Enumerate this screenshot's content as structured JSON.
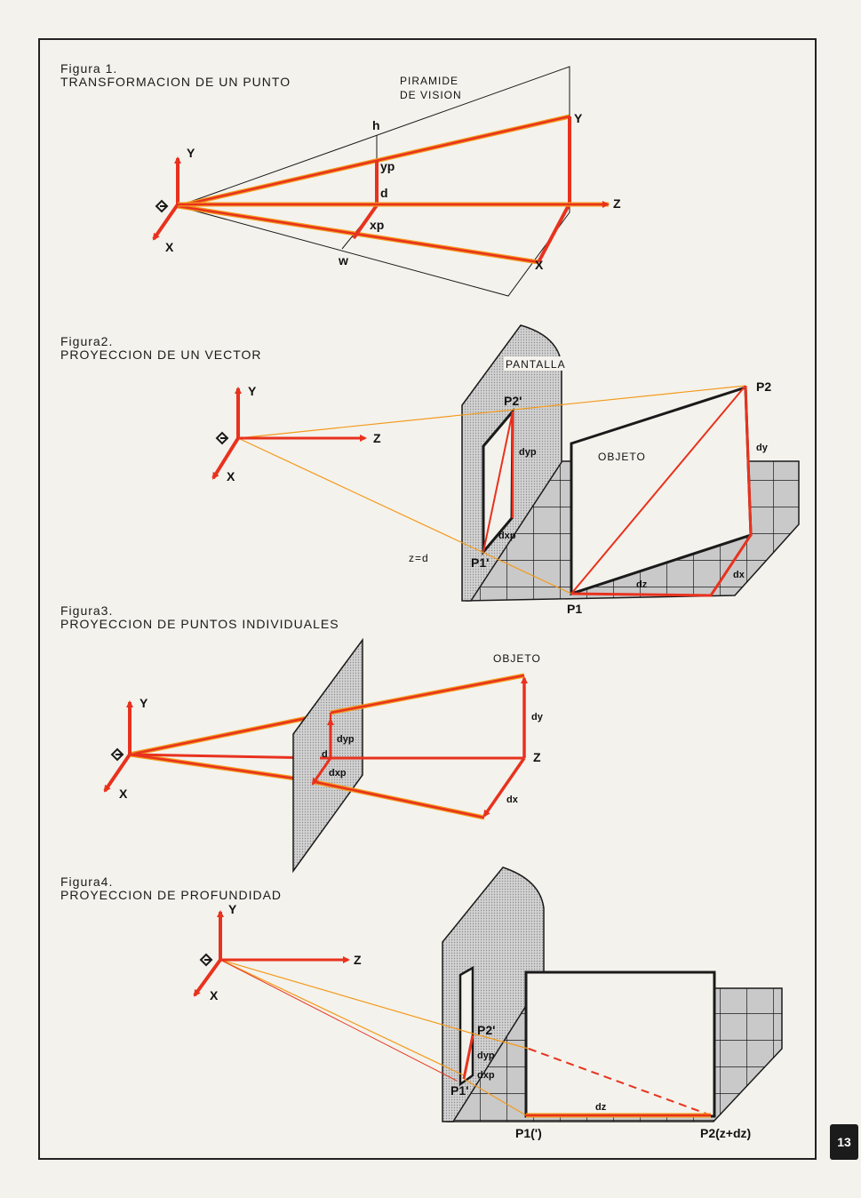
{
  "page": {
    "number": "13"
  },
  "figure1": {
    "caption_line1": "Figura 1.",
    "caption_line2": "TRANSFORMACION  DE  UN  PUNTO",
    "pyramid_line1": "PIRAMIDE",
    "pyramid_line2": "DE VISION",
    "labels": {
      "y": "Y",
      "x": "X",
      "z": "Z",
      "h": "h",
      "w": "w",
      "d": "d",
      "yp": "yp",
      "xp": "xp",
      "y_far": "Y",
      "x_far": "X"
    }
  },
  "figure2": {
    "caption_line1": "Figura2.",
    "caption_line2": "PROYECCION  DE  UN  VECTOR",
    "pantalla": "PANTALLA",
    "objeto": "OBJETO",
    "labels": {
      "y": "Y",
      "x": "X",
      "z": "Z",
      "p1p": "P1'",
      "p2p": "P2'",
      "dyp": "dyp",
      "dxp": "dxp",
      "zd": "z=d",
      "p1": "P1",
      "p2": "P2",
      "dy": "dy",
      "dz": "dz",
      "dx": "dx"
    }
  },
  "figure3": {
    "caption_line1": "Figura3.",
    "caption_line2": "PROYECCION  DE  PUNTOS  INDIVIDUALES",
    "objeto": "OBJETO",
    "labels": {
      "y": "Y",
      "x": "X",
      "z": "Z",
      "d": "d",
      "dyp": "dyp",
      "dxp": "dxp",
      "dy": "dy",
      "dx": "dx"
    }
  },
  "figure4": {
    "caption_line1": "Figura4.",
    "caption_line2": "PROYECCION  DE  PROFUNDIDAD",
    "labels": {
      "y": "Y",
      "x": "X",
      "z": "Z",
      "p2p": "P2'",
      "dyp": "dyp",
      "dxp": "dxp",
      "p1p": "P1'",
      "dz": "dz",
      "p1": "P1(')",
      "p2": "P2(z+dz)"
    }
  },
  "colors": {
    "red": "#e8321e",
    "orange": "#f39a1c",
    "ink": "#1a1a1a",
    "screen": "#c9c9c9"
  }
}
